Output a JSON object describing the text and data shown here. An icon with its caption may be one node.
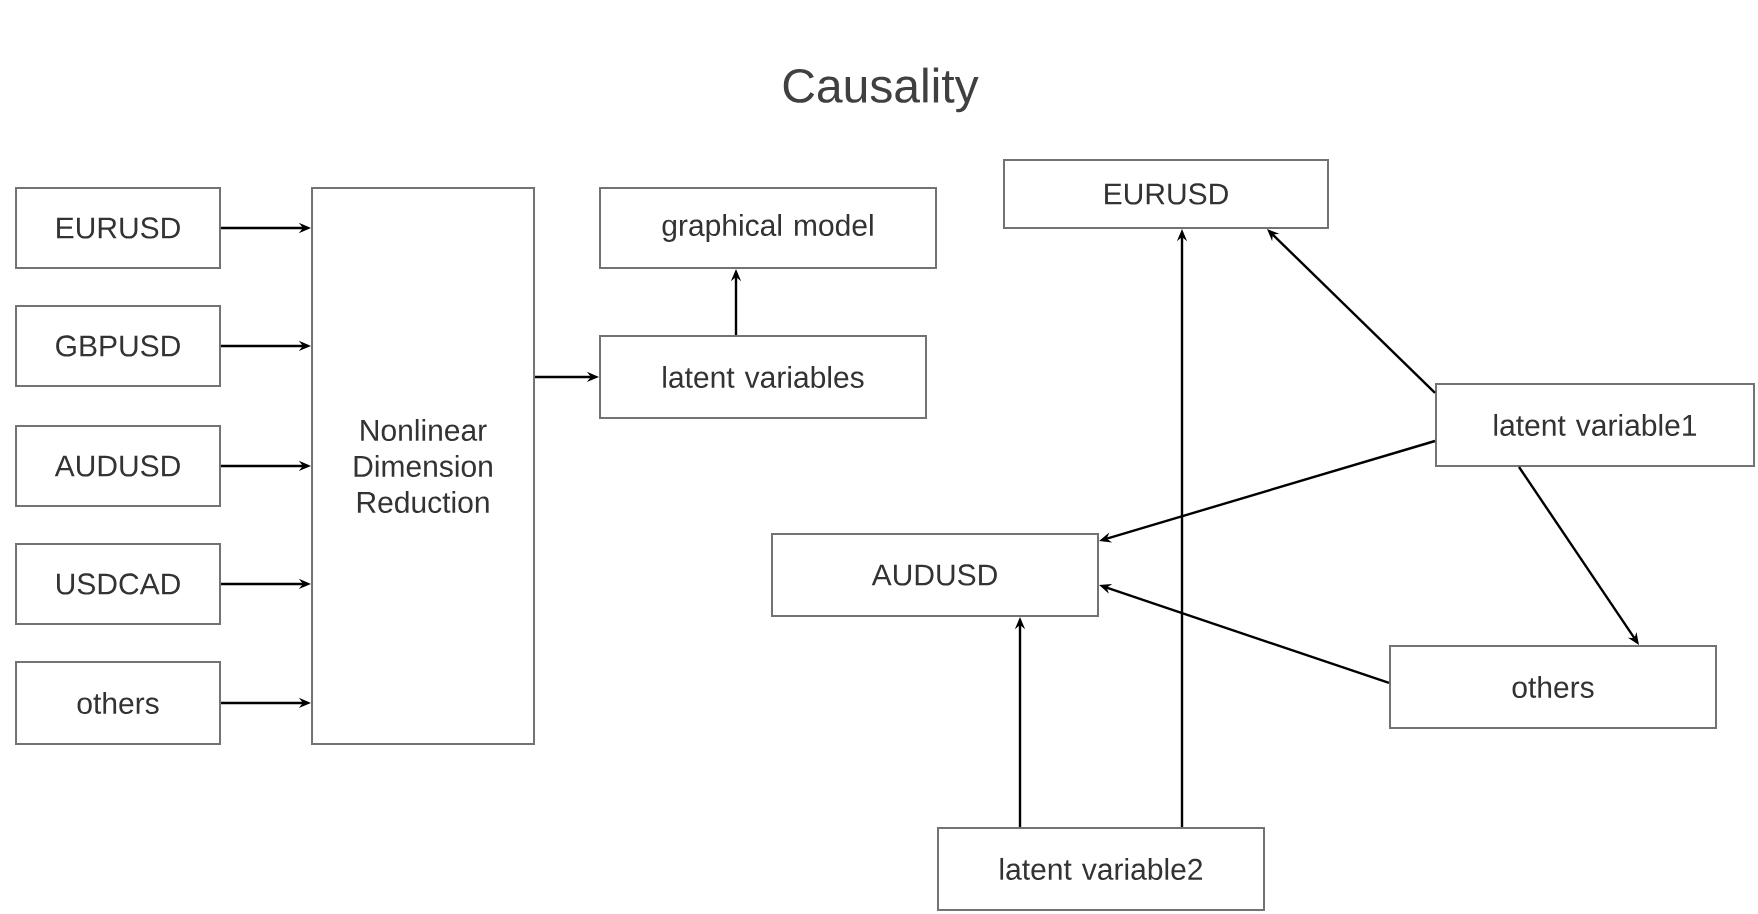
{
  "diagram": {
    "title": "Causality",
    "nodes": [
      {
        "text": [
          "EURUSD"
        ]
      },
      {
        "text": [
          "GBPUSD"
        ]
      },
      {
        "text": [
          "AUDUSD"
        ]
      },
      {
        "text": [
          "USDCAD"
        ]
      },
      {
        "text": [
          "others"
        ]
      },
      {
        "text": [
          "Nonlinear Dimension Reduction"
        ]
      },
      {
        "text": [
          "graphical model"
        ]
      },
      {
        "text": [
          "latent variables"
        ]
      },
      {
        "text": [
          "EURUSD"
        ]
      },
      {
        "text": [
          "latent variable1"
        ]
      },
      {
        "text": [
          "AUDUSD"
        ]
      },
      {
        "text": [
          "others"
        ]
      },
      {
        "text": [
          "latent variable2"
        ]
      }
    ],
    "edges": [
      {
        "from": 0,
        "to": 5,
        "arrow": "to"
      },
      {
        "from": 1,
        "to": 5,
        "arrow": "to"
      },
      {
        "from": 2,
        "to": 5,
        "arrow": "to"
      },
      {
        "from": 3,
        "to": 5,
        "arrow": "to"
      },
      {
        "from": 4,
        "to": 5,
        "arrow": "to"
      },
      {
        "from": 5,
        "to": 7,
        "arrow": "to"
      },
      {
        "from": 7,
        "to": 6,
        "arrow": "to"
      },
      {
        "from": 9,
        "to": 8,
        "arrow": "to"
      },
      {
        "from": 9,
        "to": 10,
        "arrow": "to"
      },
      {
        "from": 9,
        "to": 11,
        "arrow": "to"
      },
      {
        "from": 11,
        "to": 10,
        "arrow": "to"
      },
      {
        "from": 12,
        "to": 10,
        "arrow": "to"
      },
      {
        "from": 12,
        "to": 8,
        "arrow": "to"
      }
    ]
  }
}
